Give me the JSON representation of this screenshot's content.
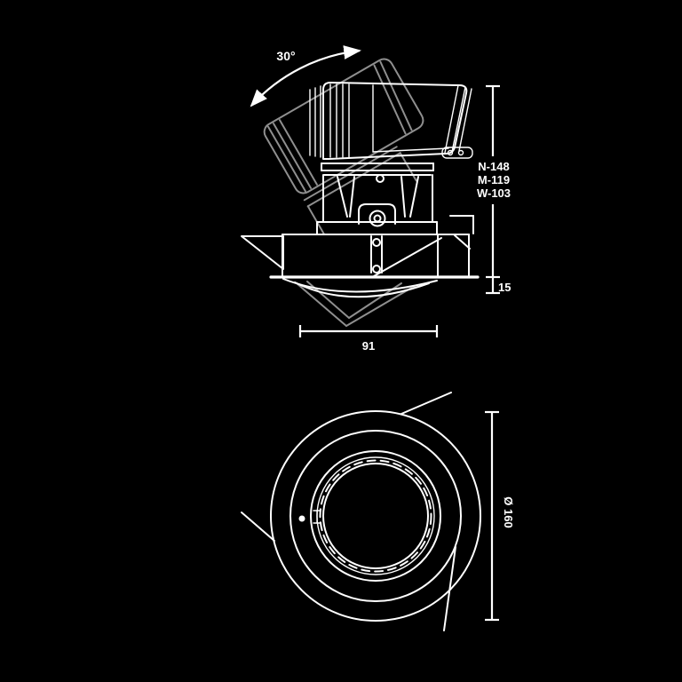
{
  "drawing": {
    "kind": "recessed adjustable downlight dimension drawing",
    "colors": {
      "background": "#000000",
      "line": "#ffffff",
      "ghost_line": "#8f8f8f"
    },
    "side_view": {
      "tilt_angle_label": "30°",
      "height_labels": [
        "N-148",
        "M-119",
        "W-103"
      ],
      "recess_depth_label": "15",
      "width_label": "91"
    },
    "front_view": {
      "diameter_label": "Ø 160"
    }
  }
}
